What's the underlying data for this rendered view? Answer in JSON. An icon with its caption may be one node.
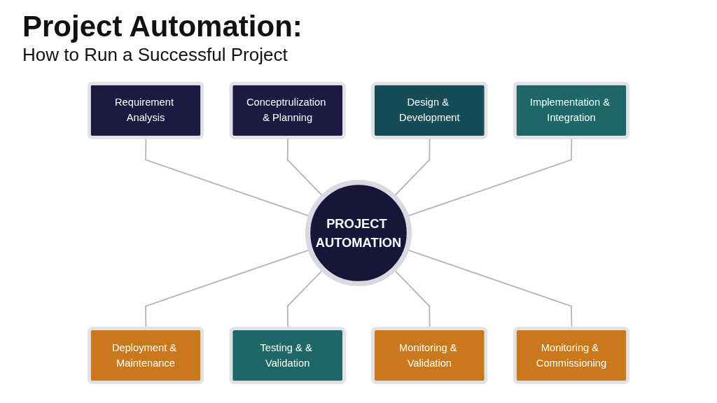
{
  "diagram": {
    "title": "Project Automation:",
    "nodes": [
      {
        "text": [
          "PROJECT AUTOMATION"
        ]
      },
      {
        "text": [
          "Requirement Analysis"
        ]
      },
      {
        "text": [
          "Conceptrulization & Planning"
        ]
      },
      {
        "text": [
          "Design & Development"
        ]
      },
      {
        "text": [
          "Deployment & Maintenance"
        ]
      },
      {
        "text": [
          "Implementation & Integration"
        ]
      },
      {
        "text": [
          "Testing & & Validation"
        ]
      },
      {
        "text": [
          "Monitoring & Validation"
        ]
      },
      {
        "text": [
          "Monitoring & Commissioning"
        ]
      }
    ],
    "edges": [
      {
        "from": 1,
        "to": 0,
        "arrow": "none"
      },
      {
        "from": 2,
        "to": 0,
        "arrow": "none"
      },
      {
        "from": 3,
        "to": 0,
        "arrow": "none"
      },
      {
        "from": 0,
        "to": 4,
        "arrow": "none"
      },
      {
        "from": 5,
        "to": 0,
        "arrow": "none"
      },
      {
        "from": 0,
        "to": 6,
        "arrow": "none"
      },
      {
        "from": 0,
        "to": 7,
        "arrow": "none"
      },
      {
        "from": 0,
        "to": 8,
        "arrow": "none"
      }
    ],
    "labels": [
      "How to Run a Successful Project"
    ]
  }
}
